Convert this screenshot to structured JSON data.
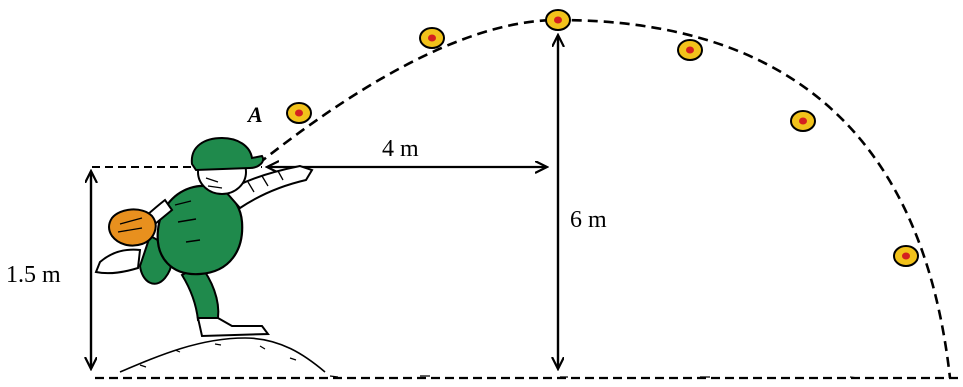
{
  "labels": {
    "point": "A",
    "horizontal_distance": "4 m",
    "peak_height": "6 m",
    "launch_height": "1.5 m"
  },
  "colors": {
    "ink": "#000000",
    "ball_outer": "#f2c21b",
    "ball_inner": "#d42020",
    "cap": "#1f8a4c",
    "jacket": "#1f8a4c",
    "glove": "#e8901e",
    "skin": "#ffffff"
  },
  "ball_count": 6
}
